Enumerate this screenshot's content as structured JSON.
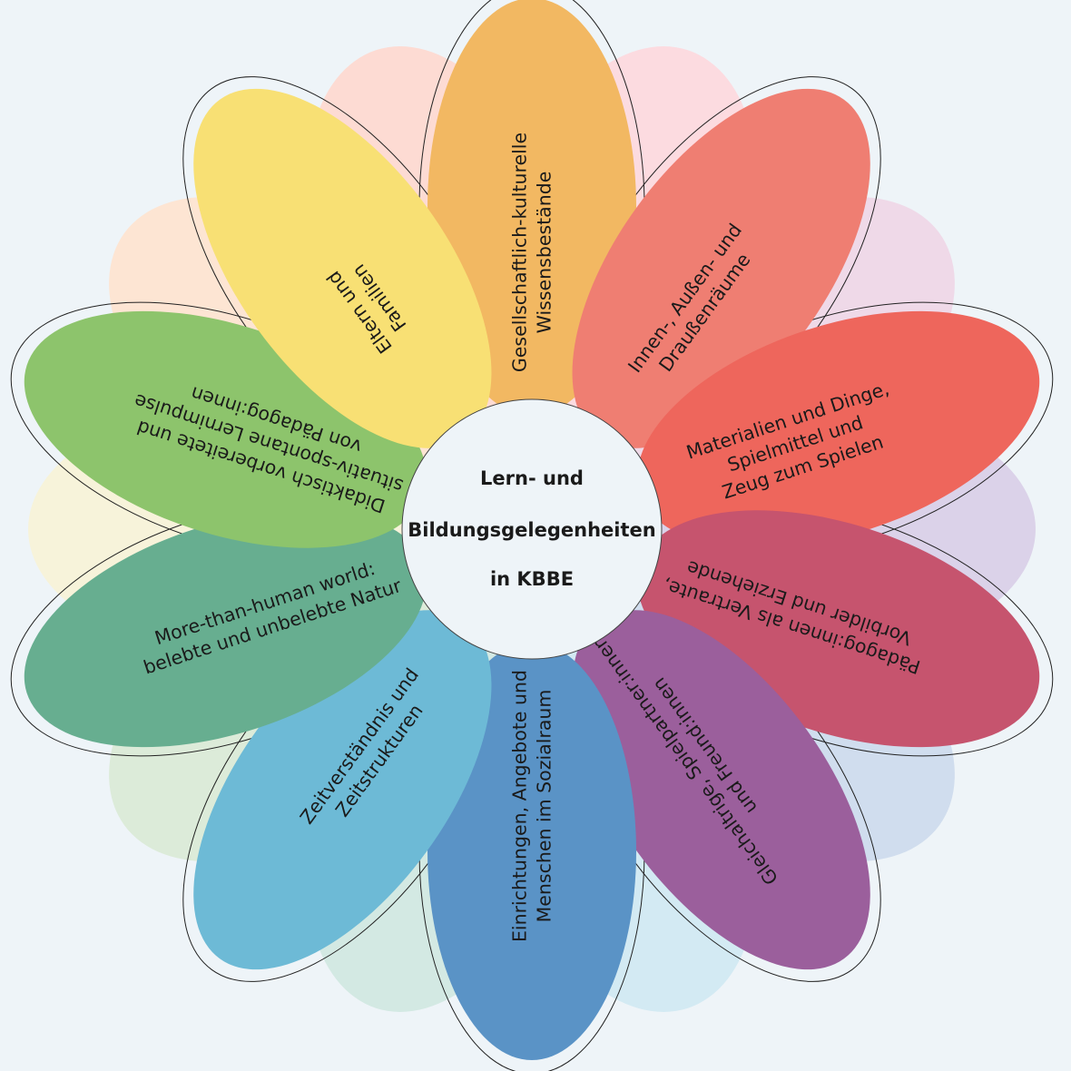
{
  "center": {
    "lines": [
      "Lern- und",
      "Bildungsgelegenheiten",
      "in KBBE"
    ]
  },
  "petals": [
    {
      "id": "gesellschaftlich",
      "lines": [
        "Gesellschaftlich-kulturelle",
        "Wissensbestände"
      ],
      "color": "#f2b862"
    },
    {
      "id": "raeume",
      "lines": [
        "Innen-, Außen- und",
        "Draußenräume"
      ],
      "color": "#ef7e72"
    },
    {
      "id": "materialien",
      "lines": [
        "Materialien und Dinge,",
        "Spielmittel und",
        "Zeug zum Spielen"
      ],
      "color": "#ee665c"
    },
    {
      "id": "paedagoginnen",
      "lines": [
        "Pädagog:innen als Vertraute,",
        "Vorbilder und Erziehende"
      ],
      "color": "#c6546e"
    },
    {
      "id": "gleichaltrige",
      "lines": [
        "Gleichaltrige, Spielpartner:innen",
        "und Freund:innen"
      ],
      "color": "#9b5f9c"
    },
    {
      "id": "einrichtungen",
      "lines": [
        "Einrichtungen, Angebote und",
        "Menschen im Sozialraum"
      ],
      "color": "#5a93c6"
    },
    {
      "id": "zeit",
      "lines": [
        "Zeitverständnis und",
        "Zeitstrukturen"
      ],
      "color": "#6dbad6"
    },
    {
      "id": "natur",
      "lines": [
        "More-than-human world:",
        "belebte und unbelebte Natur"
      ],
      "color": "#67ae90"
    },
    {
      "id": "lernimpulse",
      "lines": [
        "Didaktisch vorbereitete und",
        "situativ-spontane Lernimpulse",
        "von Pädagog:innen"
      ],
      "color": "#8dc46c"
    },
    {
      "id": "eltern",
      "lines": [
        "Eltern und",
        "Familien"
      ],
      "color": "#f8e074"
    }
  ],
  "background_petals": [
    {
      "color": "#fde5d3"
    },
    {
      "color": "#fddbd3"
    },
    {
      "color": "#fcdbe0"
    },
    {
      "color": "#efd9e8"
    },
    {
      "color": "#dbd2e9"
    },
    {
      "color": "#d0ddee"
    },
    {
      "color": "#d3eaf3"
    },
    {
      "color": "#d3e9e3"
    },
    {
      "color": "#dcebd9"
    },
    {
      "color": "#f7f3da"
    }
  ]
}
